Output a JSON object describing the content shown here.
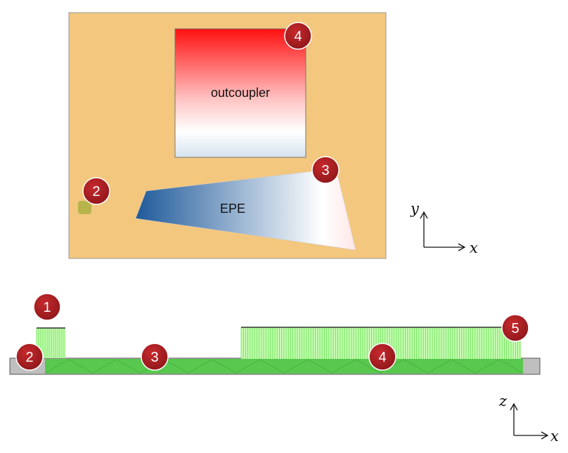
{
  "top_view": {
    "outcoupler_label": "outcoupler",
    "epe_label": "EPE",
    "markers": [
      "4",
      "3",
      "2"
    ],
    "colors": {
      "background": "#F3C77E",
      "outcoupler_top": "#FF1010",
      "outcoupler_bottom": "#DCE6F0",
      "epe_left": "#1F5A9A",
      "epe_right": "#FFFFFF",
      "input_coupler": "#B7B44C"
    }
  },
  "top_axes": {
    "y": "y",
    "x": "x"
  },
  "side_view": {
    "markers": [
      "1",
      "2",
      "3",
      "4",
      "5"
    ],
    "colors": {
      "substrate": "#BFBFBF",
      "grating": "#7CFC5A",
      "grating_dark": "#2EB82E"
    }
  },
  "side_axes": {
    "z": "z",
    "x": "x"
  },
  "marker_color": "#A81E22"
}
